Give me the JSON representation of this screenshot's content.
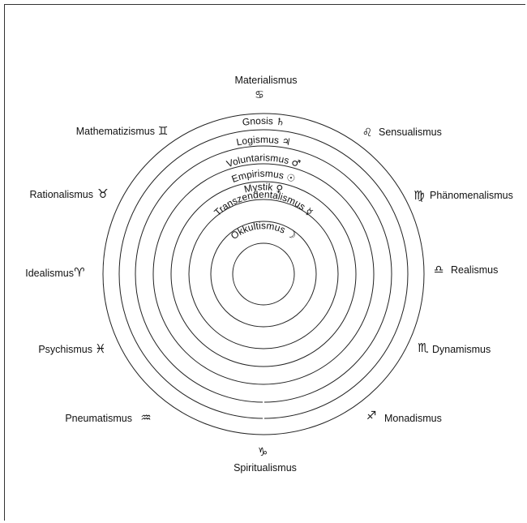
{
  "outer_labels": [
    {
      "id": "materialismus",
      "text": "Materialismus",
      "symbol": "♋"
    },
    {
      "id": "sensualismus",
      "text": "Sensualismus",
      "symbol": "♌"
    },
    {
      "id": "phaenomenalismus",
      "text": "Phänomenalismus",
      "symbol": "♍"
    },
    {
      "id": "realismus",
      "text": "Realismus",
      "symbol": "♎"
    },
    {
      "id": "dynamismus",
      "text": "Dynamismus",
      "symbol": "♏"
    },
    {
      "id": "monadismus",
      "text": "Monadismus",
      "symbol": "♐"
    },
    {
      "id": "spiritualismus",
      "text": "Spiritualismus",
      "symbol": "♑"
    },
    {
      "id": "pneumatismus",
      "text": "Pneumatismus",
      "symbol": "♒"
    },
    {
      "id": "psychismus",
      "text": "Psychismus",
      "symbol": "♓"
    },
    {
      "id": "idealismus",
      "text": "Idealismus",
      "symbol": "♈"
    },
    {
      "id": "rationalismus",
      "text": "Rationalismus",
      "symbol": "♉"
    },
    {
      "id": "mathematizismus",
      "text": "Mathematizismus",
      "symbol": "♊"
    }
  ],
  "inner_labels": [
    {
      "id": "gnosis",
      "text": "Gnosis",
      "symbol": "♄"
    },
    {
      "id": "logismus",
      "text": "Logismus",
      "symbol": "♃"
    },
    {
      "id": "voluntarismus",
      "text": "Voluntarismus",
      "symbol": "♂"
    },
    {
      "id": "empirismus",
      "text": "Empirismus",
      "symbol": "☉"
    },
    {
      "id": "mystik",
      "text": "Mystik",
      "symbol": "♀"
    },
    {
      "id": "transzendentalismus",
      "text": "Transzendentalismus",
      "symbol": "☿"
    },
    {
      "id": "okkultismus",
      "text": "Okkultismus",
      "symbol": "☽"
    }
  ]
}
